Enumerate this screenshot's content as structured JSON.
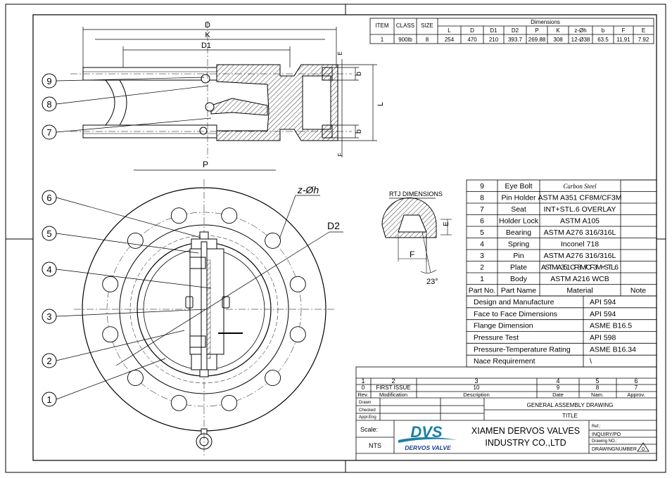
{
  "dimensions_table": {
    "headers": [
      "ITEM",
      "CLASS",
      "SIZE"
    ],
    "group_header": "Dimensions",
    "dim_headers": [
      "L",
      "D",
      "D1",
      "D2",
      "P",
      "K",
      "z-Øh",
      "b",
      "F",
      "E"
    ],
    "row": [
      "1",
      "900lb",
      "8",
      "254",
      "470",
      "210",
      "393.7",
      "269.88",
      "308",
      "12-Ø38",
      "63.5",
      "11.91",
      "7.92"
    ]
  },
  "side_view_labels": {
    "D": "D",
    "K": "K",
    "D1": "D1",
    "b_top": "b",
    "b_bottom": "b",
    "L": "L",
    "E": "E",
    "F": "F"
  },
  "front_view_labels": {
    "P": "P",
    "zh": "z-Øh",
    "D2": "D2"
  },
  "callouts": [
    "1",
    "2",
    "3",
    "4",
    "5",
    "6",
    "7",
    "8",
    "9"
  ],
  "rtj": {
    "title": "RTJ DIMENSIONS",
    "E": "E",
    "F": "F",
    "angle": "23°"
  },
  "parts": [
    {
      "no": "9",
      "name": "Eye Bolt",
      "material": "Carbon Steel",
      "note": ""
    },
    {
      "no": "8",
      "name": "Pin Holder",
      "material": "ASTM A351 CF8M/CF3M",
      "note": ""
    },
    {
      "no": "7",
      "name": "Seat",
      "material": "INT+STL.6 OVERLAY",
      "note": ""
    },
    {
      "no": "6",
      "name": "Holder Lock",
      "material": "ASTM A105",
      "note": ""
    },
    {
      "no": "5",
      "name": "Bearing",
      "material": "ASTM A276 316/316L",
      "note": ""
    },
    {
      "no": "4",
      "name": "Spring",
      "material": "Inconel 718",
      "note": ""
    },
    {
      "no": "3",
      "name": "Pin",
      "material": "ASTM A276 316/316L",
      "note": ""
    },
    {
      "no": "2",
      "name": "Plate",
      "material": "ASTM A351 CF8M/CF3M+STL.6",
      "note": ""
    },
    {
      "no": "1",
      "name": "Body",
      "material": "ASTM A216 WCB",
      "note": ""
    }
  ],
  "parts_header": {
    "no": "Part No.",
    "name": "Part Name",
    "material": "Material",
    "note": "Note"
  },
  "specs": [
    {
      "label": "Design and Manufacture",
      "value": "API 594"
    },
    {
      "label": "Face to Face Dimensions",
      "value": "API 594"
    },
    {
      "label": "Flange Dimension",
      "value": "ASME B16.5"
    },
    {
      "label": "Pressure Test",
      "value": "API 598"
    },
    {
      "label": "Pressure-Temperature Rating",
      "value": "ASME B16.34"
    },
    {
      "label": "Nace Requirement",
      "value": "\\"
    }
  ],
  "title_block": {
    "grid_numbers": [
      "1",
      "2",
      "3",
      "4",
      "5",
      "6"
    ],
    "rev_row": [
      "0",
      "FIRST ISSUE",
      "10",
      "9",
      "8",
      "7"
    ],
    "rev_header": [
      "Rev.",
      "Modification",
      "Description",
      "Date",
      "Nam.",
      "Approv."
    ],
    "drawn": "Drawn",
    "checked": "Checked",
    "appr": "Appr.Eng",
    "scale_label": "Scale:",
    "scale_value": "NTS",
    "drawing_title": "GENERAL ASSEMBLY DRAWING",
    "title_label": "TITLE",
    "logo_mark": "DVS",
    "logo_text": "DERVOS VALVE",
    "company_line1": "XIAMEN DERVOS VALVES",
    "company_line2": "INDUSTRY CO.,LTD",
    "ref_label": "Ref.:",
    "ref_value": "INQUIRY/PO",
    "drawing_no_label": "Drawing NO.:",
    "drawing_no_value": "DRAWINGNUMBER",
    "rev_value": "0"
  },
  "colors": {
    "line": "#000000",
    "logo": "#1a7fa8",
    "logo_text": "#1b3e8f"
  }
}
